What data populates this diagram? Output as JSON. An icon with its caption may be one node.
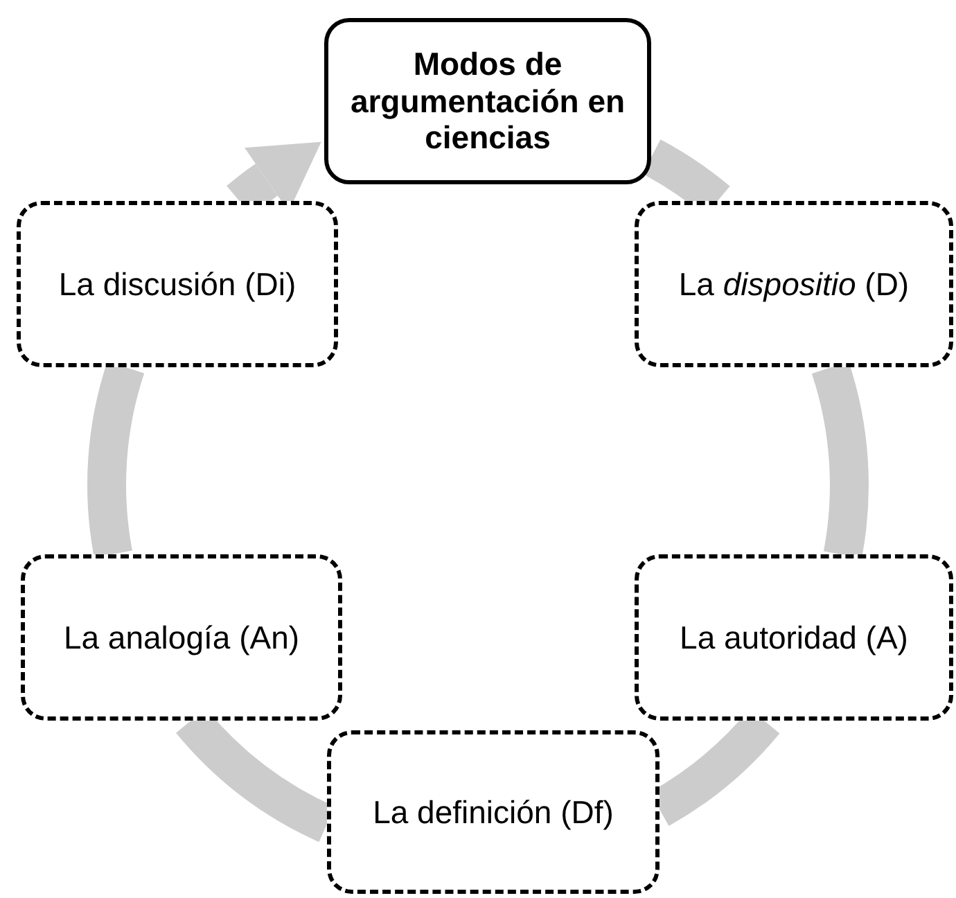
{
  "diagram": {
    "nodes": [
      {
        "text": [
          "Modos de argumentación en ciencias"
        ]
      },
      {
        "text": [
          "La *dispositio* (D)"
        ]
      },
      {
        "text": [
          "La autoridad (A)"
        ]
      },
      {
        "text": [
          "La definición (Df)"
        ]
      },
      {
        "text": [
          "La analogía (An)"
        ]
      },
      {
        "text": [
          "La discusión (Di)"
        ]
      }
    ],
    "edges": [
      {
        "from": 0,
        "to": 1,
        "arrow": "none"
      },
      {
        "from": 1,
        "to": 2,
        "arrow": "none"
      },
      {
        "from": 2,
        "to": 3,
        "arrow": "none"
      },
      {
        "from": 3,
        "to": 4,
        "arrow": "none"
      },
      {
        "from": 4,
        "to": 5,
        "arrow": "none"
      },
      {
        "from": 5,
        "to": 0,
        "arrow": "to"
      }
    ]
  }
}
